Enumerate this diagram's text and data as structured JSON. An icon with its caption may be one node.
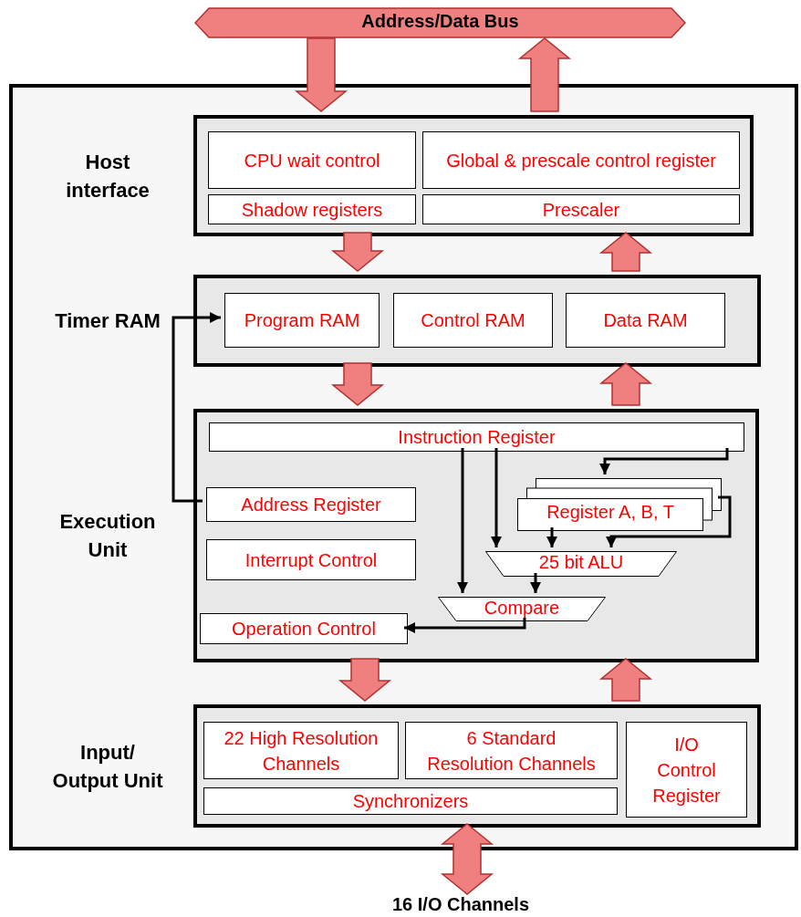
{
  "diagram": {
    "nodes": [
      {
        "text": [
          "Address/Data Bus"
        ]
      },
      {
        "text": [],
        "shape": "box"
      },
      {
        "text": [
          "Host interface"
        ],
        "in": 1
      },
      {
        "text": [
          "CPU wait control"
        ],
        "in": 2
      },
      {
        "text": [
          "Global & prescale control register"
        ],
        "in": 2
      },
      {
        "text": [
          "Shadow registers"
        ],
        "in": 2
      },
      {
        "text": [
          "Prescaler"
        ],
        "in": 2
      },
      {
        "text": [
          "Timer RAM"
        ],
        "in": 1
      },
      {
        "text": [
          "Program RAM"
        ],
        "in": 7
      },
      {
        "text": [
          "Control RAM"
        ],
        "in": 7
      },
      {
        "text": [
          "Data RAM"
        ],
        "in": 7
      },
      {
        "text": [
          "Execution Unit"
        ],
        "in": 1
      },
      {
        "text": [
          "Instruction Register"
        ],
        "in": 11
      },
      {
        "text": [
          "Address Register"
        ],
        "in": 11
      },
      {
        "text": [
          "Interrupt Control"
        ],
        "in": 11
      },
      {
        "text": [
          "Register A, B, T"
        ],
        "in": 11
      },
      {
        "text": [
          "25 bit ALU"
        ],
        "in": 11
      },
      {
        "text": [
          "Compare"
        ],
        "in": 11
      },
      {
        "text": [
          "Operation Control"
        ],
        "in": 11
      },
      {
        "text": [
          "Input/ Output Unit"
        ],
        "in": 1
      },
      {
        "text": [
          "22 High Resolution Channels"
        ],
        "in": 19
      },
      {
        "text": [
          "6 Standard Resolution Channels"
        ],
        "in": 19
      },
      {
        "text": [
          "I/O Control Register"
        ],
        "in": 19
      },
      {
        "text": [
          "Synchronizers"
        ],
        "in": 19
      },
      {
        "text": [
          "16 I/O Channels"
        ]
      }
    ],
    "edges": [
      {
        "from": 0,
        "to": 2,
        "arrow": "to",
        "style": "thick"
      },
      {
        "from": 2,
        "to": 0,
        "arrow": "to",
        "style": "thick"
      },
      {
        "from": 2,
        "to": 7,
        "arrow": "to",
        "style": "thick"
      },
      {
        "from": 7,
        "to": 2,
        "arrow": "to",
        "style": "thick"
      },
      {
        "from": 7,
        "to": 11,
        "arrow": "to",
        "style": "thick"
      },
      {
        "from": 11,
        "to": 7,
        "arrow": "to",
        "style": "thick"
      },
      {
        "from": 11,
        "to": 19,
        "arrow": "to",
        "style": "thick"
      },
      {
        "from": 19,
        "to": 11,
        "arrow": "to",
        "style": "thick"
      },
      {
        "from": 19,
        "to": 24,
        "arrow": "both",
        "style": "thick"
      },
      {
        "from": 13,
        "to": 8,
        "arrow": "to",
        "color": "#000000"
      },
      {
        "from": 12,
        "to": 15,
        "arrow": "to",
        "color": "#000000"
      },
      {
        "from": 12,
        "to": 16,
        "arrow": "to",
        "color": "#000000"
      },
      {
        "from": 12,
        "to": 17,
        "arrow": "to",
        "color": "#000000"
      },
      {
        "from": 15,
        "to": 16,
        "arrow": "to",
        "color": "#000000"
      },
      {
        "from": 15,
        "to": 16,
        "arrow": "to",
        "color": "#000000"
      },
      {
        "from": 16,
        "to": 17,
        "arrow": "to",
        "color": "#000000"
      },
      {
        "from": 17,
        "to": 18,
        "arrow": "to",
        "color": "#000000"
      }
    ]
  }
}
